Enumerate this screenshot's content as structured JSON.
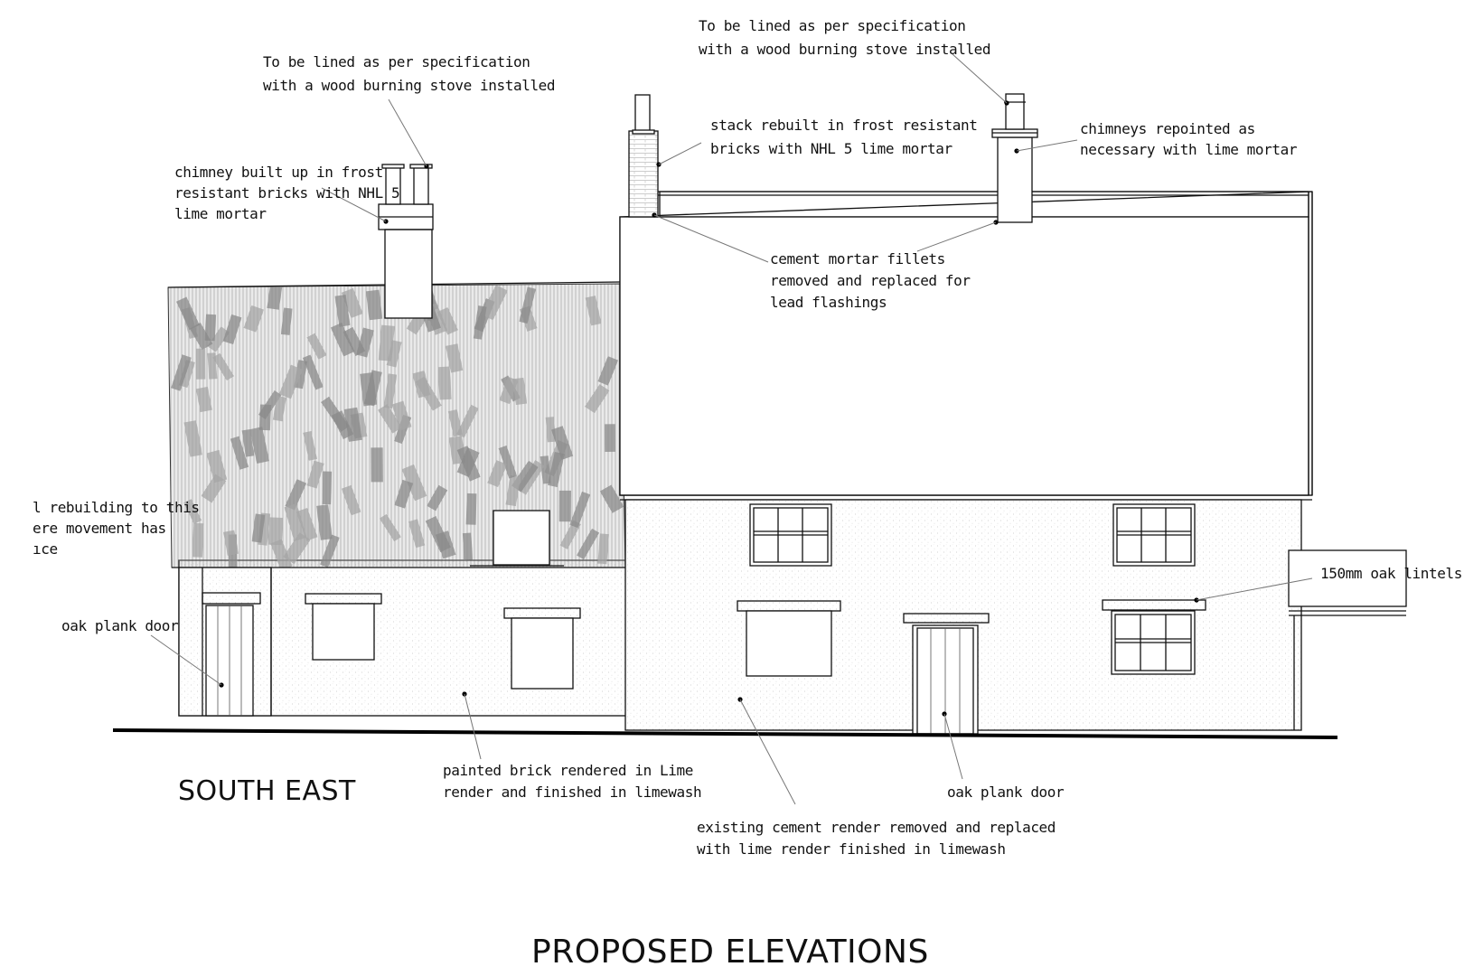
{
  "drawing": {
    "title": "PROPOSED ELEVATIONS",
    "view_label": "SOUTH EAST"
  },
  "notes": {
    "left_flue": [
      "To be lined as per specification",
      "with a wood burning stove installed"
    ],
    "right_flue": [
      "To be lined as per specification",
      "with a wood burning stove installed"
    ],
    "chimney_built_up": [
      "chimney built up in frost",
      "resistant bricks with NHL 5",
      "lime mortar"
    ],
    "stack_rebuilt": [
      "stack rebuilt in frost resistant",
      "bricks with NHL 5 lime mortar"
    ],
    "chimneys_repointed": [
      "chimneys repointed as",
      "necessary with lime mortar"
    ],
    "mortar_fillets": [
      "cement mortar fillets",
      "removed and replaced for",
      "lead flashings"
    ],
    "rebuilding_partial": [
      "l rebuilding to this",
      "ere movement has",
      "ıce"
    ],
    "oak_lintels": "150mm oak lintels",
    "oak_door_left": "oak plank door",
    "oak_door_right": "oak plank door",
    "painted_brick": [
      "painted brick rendered in Lime",
      "render and finished in limewash"
    ],
    "cement_render": [
      "existing cement render removed and replaced",
      "with lime render finished in limewash"
    ]
  }
}
